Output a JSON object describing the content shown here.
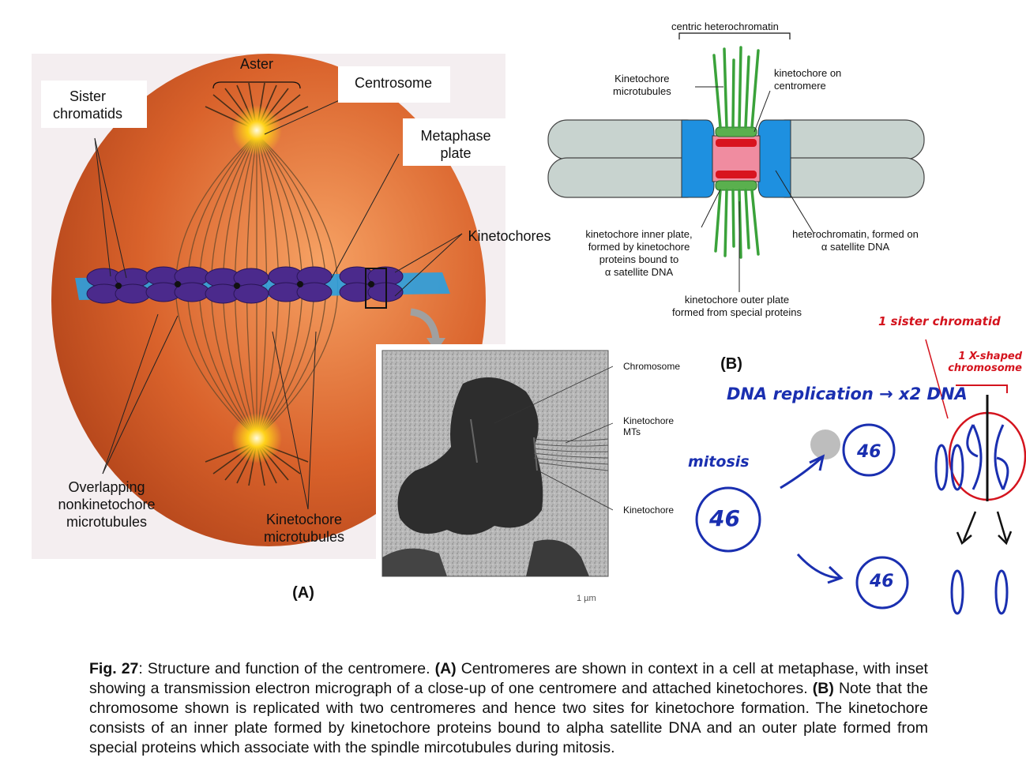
{
  "panelA": {
    "labels": {
      "aster": "Aster",
      "centrosome": "Centrosome",
      "sister_chromatids": "Sister\nchromatids",
      "metaphase_plate": "Metaphase\nplate",
      "kinetochores": "Kinetochores",
      "overlapping": "Overlapping\nnonkinetochore\nmicrotubules",
      "kinetochore_mts": "Kinetochore\nmicrotubules"
    },
    "panel_letter": "(A)",
    "micrograph": {
      "chromosome": "Chromosome",
      "kinetochore_mts": "Kinetochore\nMTs",
      "kinetochore": "Kinetochore",
      "scale": "1 µm"
    },
    "colors": {
      "cell": "#d9622b",
      "chromosome": "#4b2a8c",
      "plate": "#2aa0e0",
      "pole": "#ffd21a"
    }
  },
  "panelB": {
    "centric": "centric heterochromatin",
    "kt_microtubules": "Kinetochore\nmicrotubules",
    "kt_on_centromere": "kinetochore on\ncentromere",
    "inner_plate": "kinetochore inner plate,\nformed by kinetochore\nproteins bound to\nα satellite DNA",
    "heterochromatin": "heterochromatin, formed on\nα satellite DNA",
    "outer_plate": "kinetochore outer plate\nformed from special proteins",
    "panel_letter": "(B)",
    "colors": {
      "arm": "#c8d3cf",
      "heterochromatin": "#1e90e0",
      "inner": "#f08ca0",
      "red": "#d8141e",
      "green": "#3aa23a"
    }
  },
  "notes": {
    "sister": "1 sister chromatid",
    "xshaped": "1 X-shaped\nchromosome",
    "dna_rep": "DNA replication → x2 DNA",
    "mitosis": "mitosis",
    "n1": "46",
    "n2": "46",
    "n3": "46",
    "colors": {
      "blue": "#1a2fb0",
      "red": "#d4141e"
    }
  },
  "caption": {
    "fig": "Fig. 27",
    "text1": ":  Structure and function of the centromere.  ",
    "a_label": "(A)",
    "text2": " Centromeres are shown in context in a cell at metaphase, with inset showing a transmission electron micrograph of a close-up of one centromere and attached kinetochores. ",
    "b_label": "(B)",
    "text3": " Note that the chromosome shown is replicated with two centromeres and hence two sites for kinetochore formation. The kinetochore consists of an inner plate formed by kinetochore proteins bound to alpha satellite DNA and an outer plate formed from special proteins which associate with the spindle mircotubules during mitosis."
  }
}
